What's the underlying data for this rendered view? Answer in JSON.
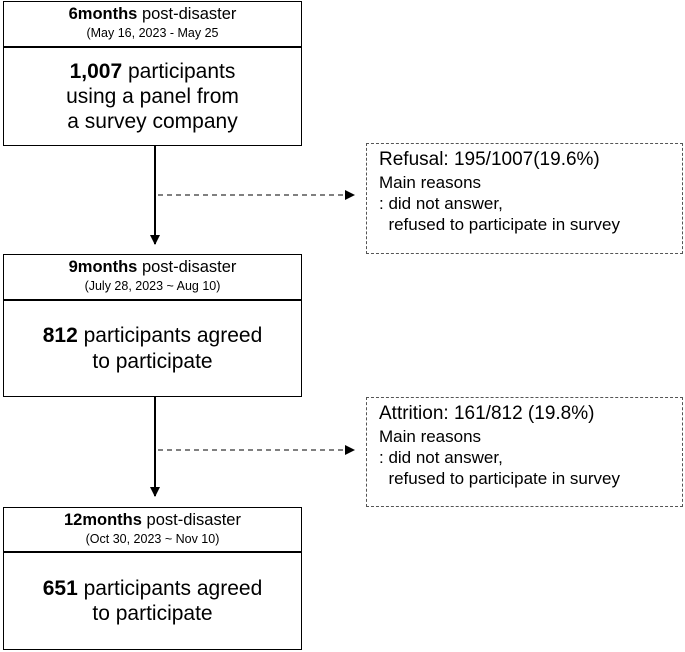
{
  "stages": [
    {
      "period": "6months",
      "suffix": " post-disaster",
      "dates": "(May 16, 2023 - May 25",
      "count": "1,007",
      "body_rest": " participants",
      "body_lines": [
        "using a panel from",
        "a survey company"
      ]
    },
    {
      "period": "9months",
      "suffix": " post-disaster",
      "dates": "(July 28, 2023 ~ Aug 10)",
      "count": "812",
      "body_rest": " participants agreed",
      "body_lines": [
        "to participate"
      ]
    },
    {
      "period": "12months",
      "suffix": " post-disaster",
      "dates": "(Oct 30, 2023 ~ Nov 10)",
      "count": "651",
      "body_rest": " participants agreed",
      "body_lines": [
        "to participate"
      ]
    }
  ],
  "dropouts": [
    {
      "title": "Refusal: 195/1007(19.6%)",
      "line1": "Main reasons",
      "line2": ": did not answer,",
      "line3": "  refused to participate in survey"
    },
    {
      "title": "Attrition: 161/812 (19.8%)",
      "line1": "Main reasons",
      "line2": ": did not answer,",
      "line3": "  refused to participate in survey"
    }
  ]
}
